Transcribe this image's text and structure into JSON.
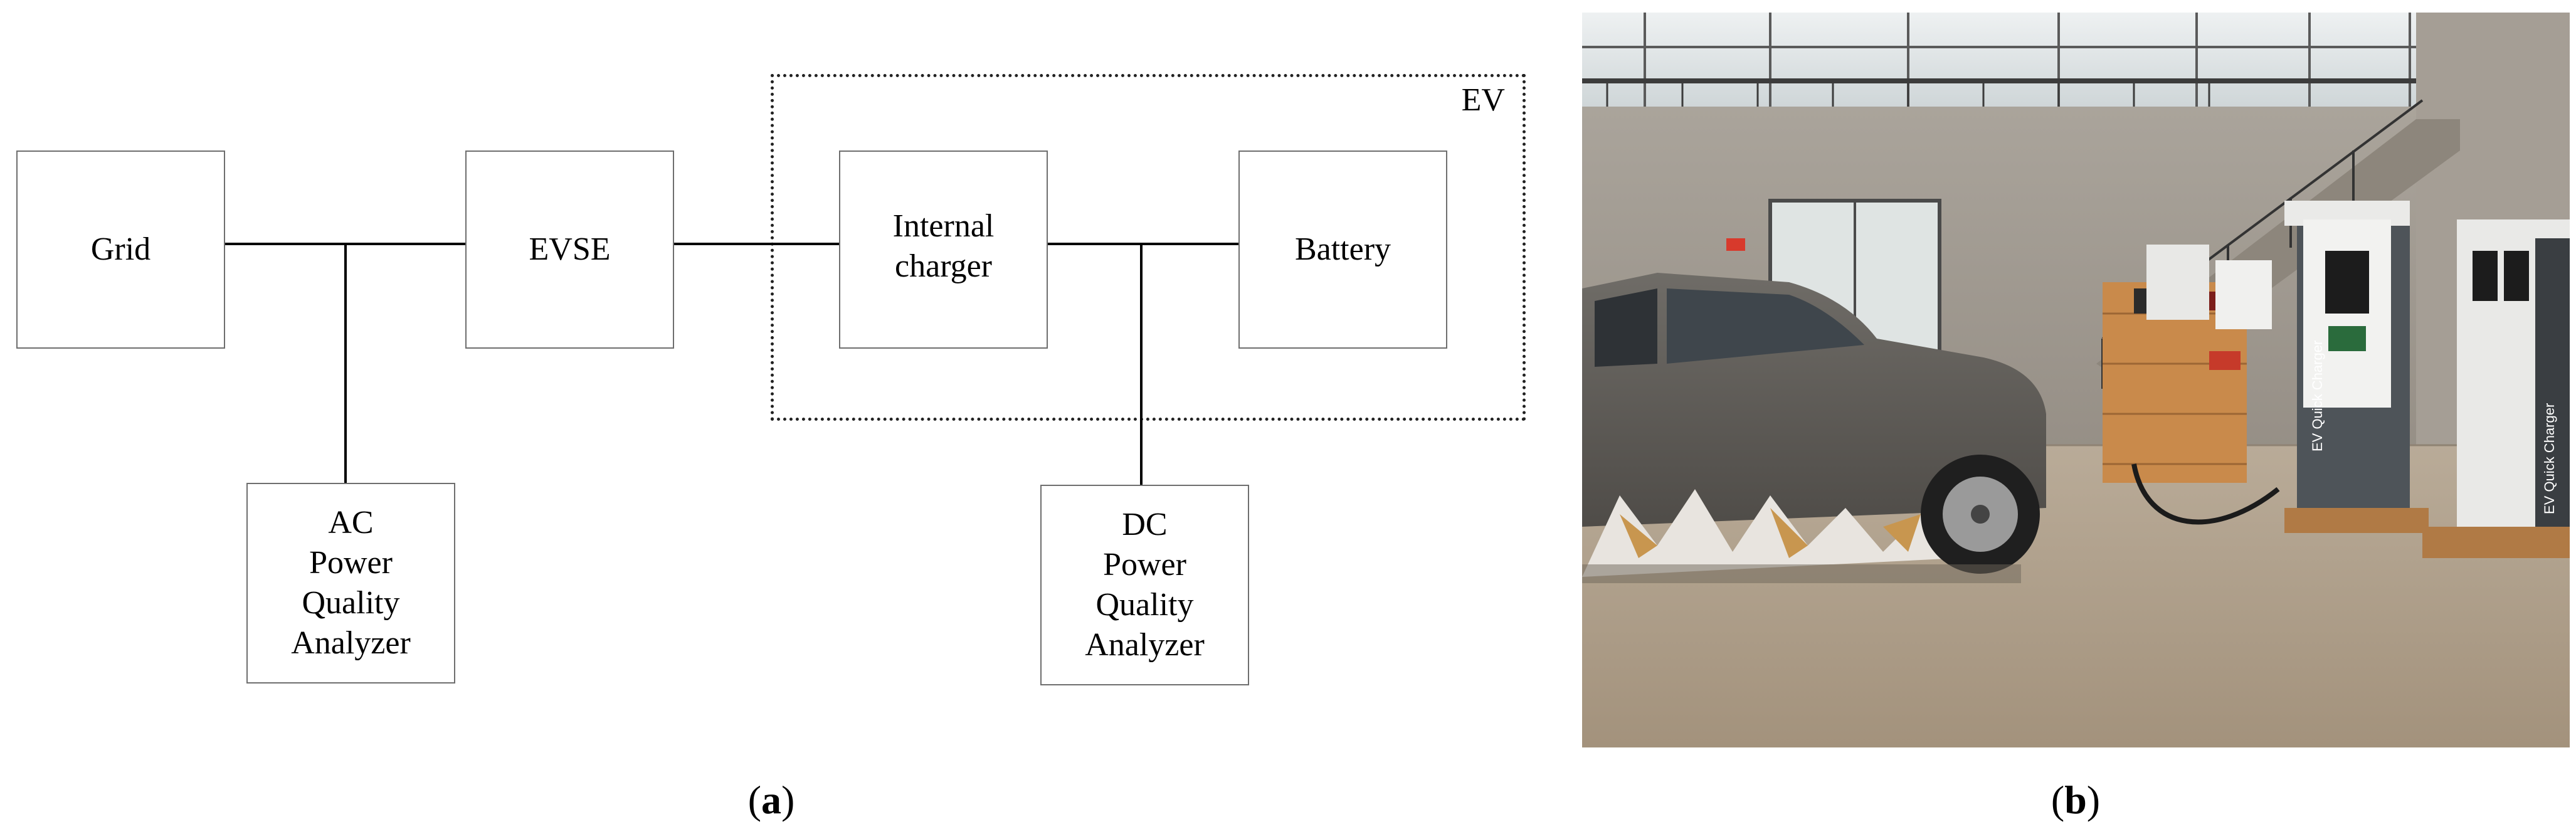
{
  "diagram": {
    "ev_label": "EV",
    "blocks": {
      "grid": [
        "Grid"
      ],
      "evse": [
        "EVSE"
      ],
      "internal_charger": [
        "Internal",
        "charger"
      ],
      "battery": [
        "Battery"
      ],
      "ac_analyzer": [
        "AC",
        "Power",
        "Quality",
        "Analyzer"
      ],
      "dc_analyzer": [
        "DC",
        "Power",
        "Quality",
        "Analyzer"
      ]
    }
  },
  "captions": {
    "a": {
      "open": "(",
      "letter": "a",
      "close": ")"
    },
    "b": {
      "open": "(",
      "letter": "b",
      "close": ")"
    }
  },
  "photo": {
    "charger_side_text": [
      "EV Quick Charger",
      "EV Quick Charger"
    ]
  }
}
